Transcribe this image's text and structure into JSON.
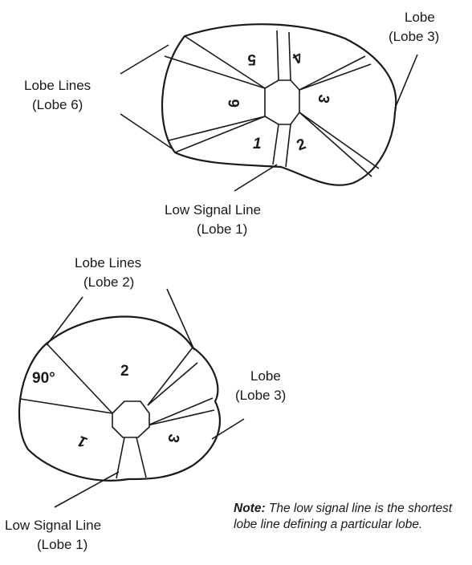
{
  "top_diagram": {
    "labels": {
      "lobe": "Lobe",
      "lobe_sub": "(Lobe 3)",
      "lobe_lines": "Lobe Lines",
      "lobe_lines_sub": "(Lobe 6)",
      "low_signal": "Low Signal Line",
      "low_signal_sub": "(Lobe 1)"
    },
    "lobe_numbers": [
      "1",
      "2",
      "3",
      "4",
      "5",
      "6"
    ]
  },
  "bottom_diagram": {
    "labels": {
      "lobe_lines": "Lobe Lines",
      "lobe_lines_sub": "(Lobe 2)",
      "lobe": "Lobe",
      "lobe_sub": "(Lobe 3)",
      "low_signal": "Low Signal Line",
      "low_signal_sub": "(Lobe 1)",
      "angle": "90°"
    },
    "lobe_numbers": [
      "1",
      "2",
      "3"
    ]
  },
  "note": {
    "prefix": "Note:",
    "text": " The low signal line is the shortest lobe line defining a particular lobe."
  }
}
